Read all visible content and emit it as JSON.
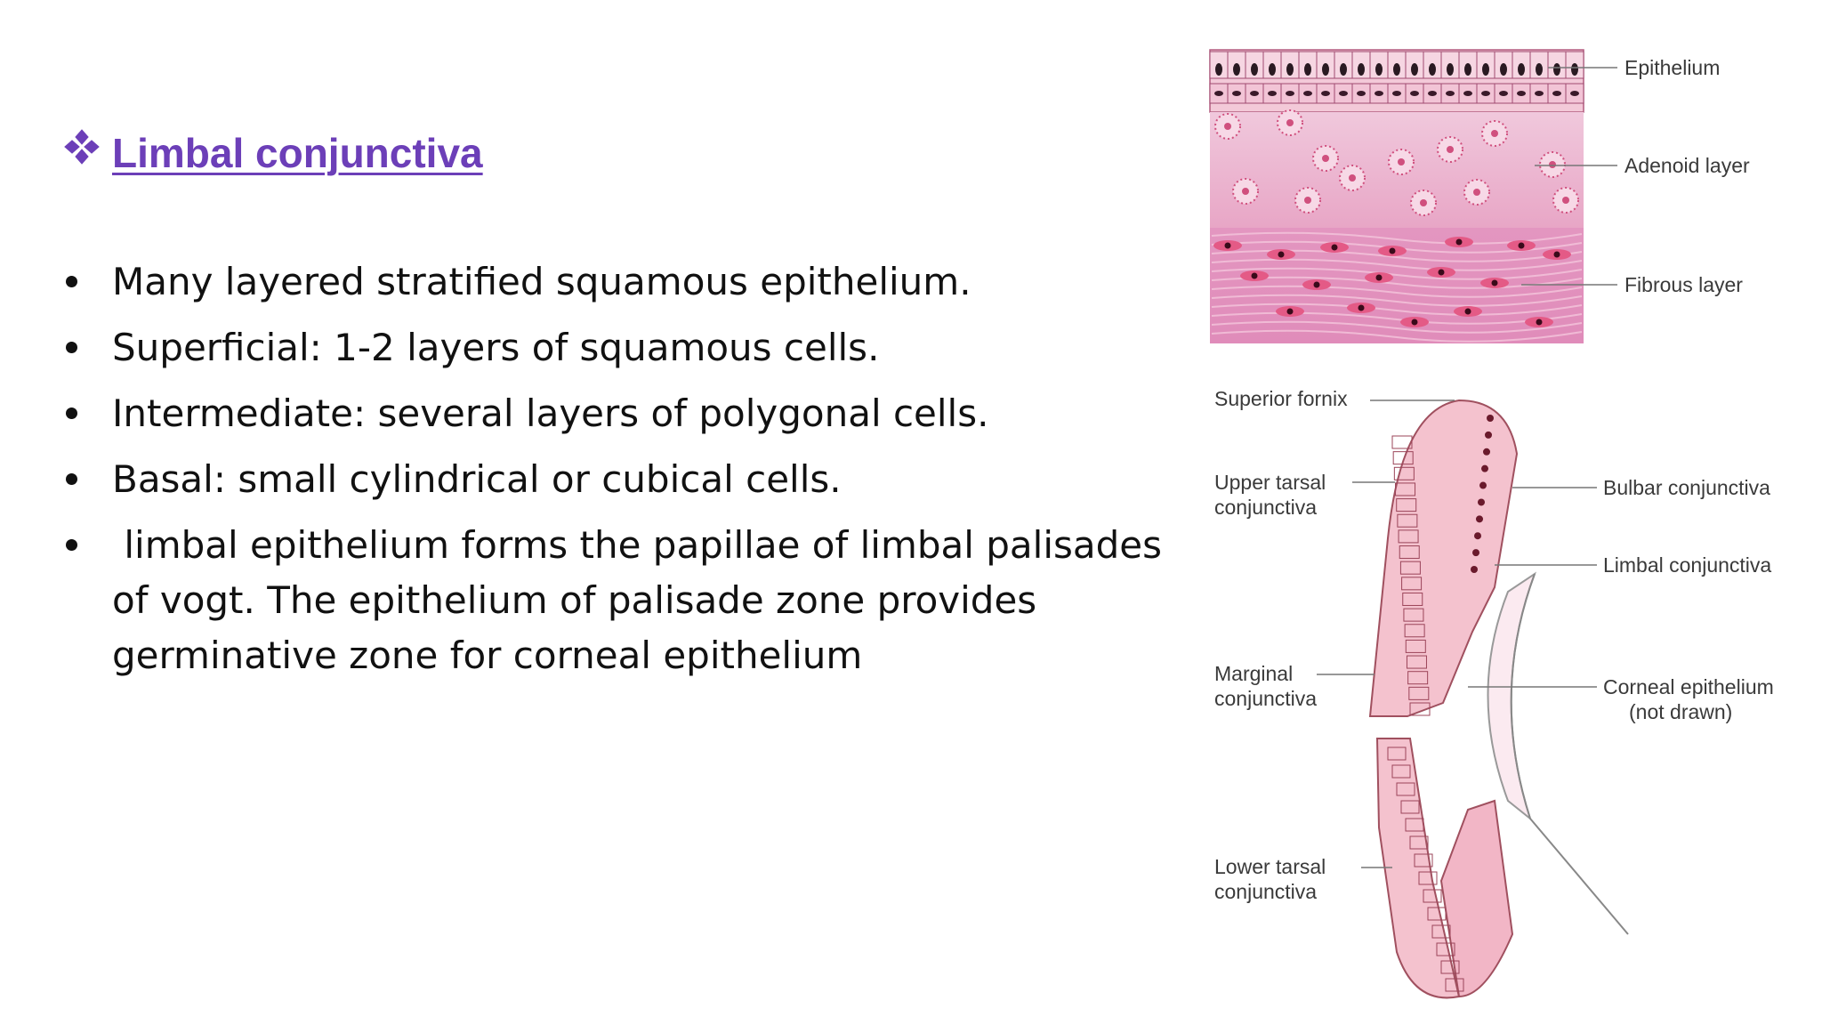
{
  "title": "Limbal conjunctiva",
  "title_icon": "four-diamond-bullet-icon",
  "accent_color": "#6c3fb8",
  "bullets": [
    "Many layered stratified squamous epithelium.",
    "Superficial: 1-2 layers of squamous cells.",
    "Intermediate: several layers of polygonal cells.",
    "Basal: small cylindrical or cubical cells.",
    " limbal epithelium forms the papillae of limbal palisades of vogt. The epithelium of palisade zone provides germinative zone for corneal epithelium"
  ],
  "layers_diagram": {
    "labels": [
      "Epithelium",
      "Adenoid layer",
      "Fibrous layer"
    ]
  },
  "regions_diagram": {
    "labels": {
      "superior_fornix": "Superior fornix",
      "upper_tarsal_1": "Upper tarsal",
      "upper_tarsal_2": "conjunctiva",
      "marginal_1": "Marginal",
      "marginal_2": "conjunctiva",
      "lower_tarsal_1": "Lower tarsal",
      "lower_tarsal_2": "conjunctiva",
      "bulbar": "Bulbar conjunctiva",
      "limbal": "Limbal conjunctiva",
      "corneal_1": "Corneal epithelium",
      "corneal_2": "(not drawn)"
    }
  }
}
